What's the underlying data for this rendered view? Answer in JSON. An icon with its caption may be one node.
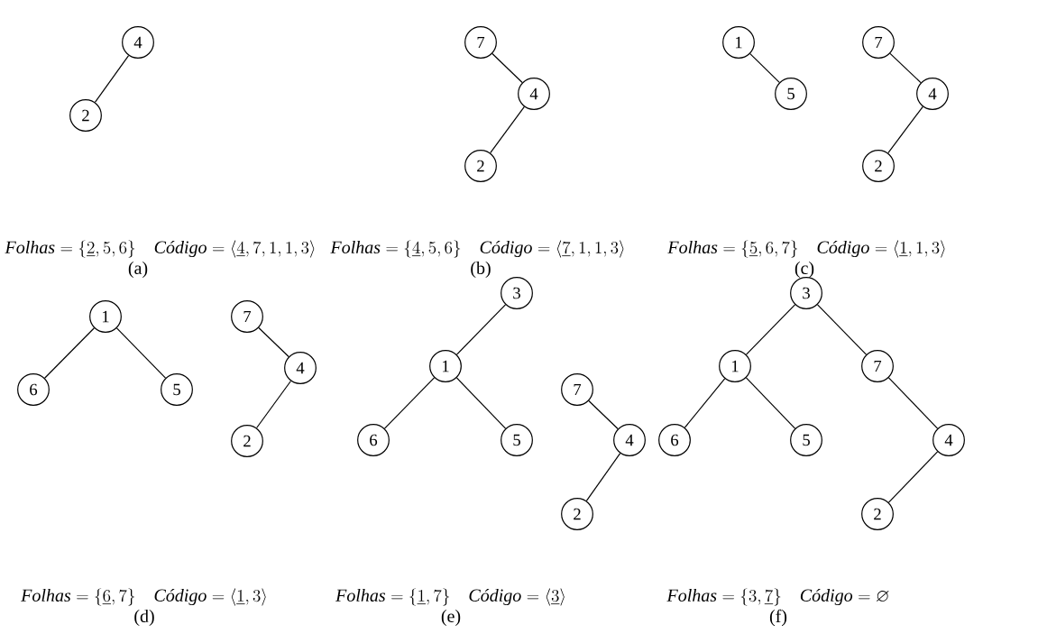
{
  "diagram": {
    "nodes": [
      {
        "text": [
          "4"
        ]
      },
      {
        "text": [
          "2"
        ]
      },
      {
        "text": [
          "7"
        ]
      },
      {
        "text": [
          "4"
        ]
      },
      {
        "text": [
          "2"
        ]
      },
      {
        "text": [
          "1"
        ]
      },
      {
        "text": [
          "5"
        ]
      },
      {
        "text": [
          "7"
        ]
      },
      {
        "text": [
          "4"
        ]
      },
      {
        "text": [
          "2"
        ]
      },
      {
        "text": [
          "1"
        ]
      },
      {
        "text": [
          "6"
        ]
      },
      {
        "text": [
          "5"
        ]
      },
      {
        "text": [
          "7"
        ]
      },
      {
        "text": [
          "4"
        ]
      },
      {
        "text": [
          "2"
        ]
      },
      {
        "text": [
          "3"
        ]
      },
      {
        "text": [
          "1"
        ]
      },
      {
        "text": [
          "6"
        ]
      },
      {
        "text": [
          "5"
        ]
      },
      {
        "text": [
          "7"
        ]
      },
      {
        "text": [
          "4"
        ]
      },
      {
        "text": [
          "2"
        ]
      },
      {
        "text": [
          "3"
        ]
      },
      {
        "text": [
          "1"
        ]
      },
      {
        "text": [
          "7"
        ]
      },
      {
        "text": [
          "6"
        ]
      },
      {
        "text": [
          "5"
        ]
      },
      {
        "text": [
          "4"
        ]
      },
      {
        "text": [
          "2"
        ]
      }
    ],
    "edges": [
      {
        "from": 0,
        "to": 1,
        "arrow": "none"
      },
      {
        "from": 2,
        "to": 3,
        "arrow": "none"
      },
      {
        "from": 3,
        "to": 4,
        "arrow": "none"
      },
      {
        "from": 5,
        "to": 6,
        "arrow": "none"
      },
      {
        "from": 7,
        "to": 8,
        "arrow": "none"
      },
      {
        "from": 8,
        "to": 9,
        "arrow": "none"
      },
      {
        "from": 10,
        "to": 11,
        "arrow": "none"
      },
      {
        "from": 10,
        "to": 12,
        "arrow": "none"
      },
      {
        "from": 13,
        "to": 14,
        "arrow": "none"
      },
      {
        "from": 14,
        "to": 15,
        "arrow": "none"
      },
      {
        "from": 16,
        "to": 17,
        "arrow": "none"
      },
      {
        "from": 17,
        "to": 18,
        "arrow": "none"
      },
      {
        "from": 17,
        "to": 19,
        "arrow": "none"
      },
      {
        "from": 20,
        "to": 21,
        "arrow": "none"
      },
      {
        "from": 21,
        "to": 22,
        "arrow": "none"
      },
      {
        "from": 23,
        "to": 24,
        "arrow": "none"
      },
      {
        "from": 23,
        "to": 25,
        "arrow": "none"
      },
      {
        "from": 24,
        "to": 26,
        "arrow": "none"
      },
      {
        "from": 24,
        "to": 27,
        "arrow": "none"
      },
      {
        "from": 25,
        "to": 28,
        "arrow": "none"
      },
      {
        "from": 28,
        "to": 29,
        "arrow": "none"
      }
    ],
    "labels": [
      "\\textit{Folhas} = \\{\\underline{2},5,6\\}\\quad \\textit{Código} = \\langle \\underline{4},7,1,1,3\\rangle",
      "(a)",
      "\\textit{Folhas} = \\{\\underline{4},5,6\\}\\quad \\textit{Código} = \\langle \\underline{7},1,1,3\\rangle",
      "(b)",
      "\\textit{Folhas} = \\{\\underline{5},6,7\\}\\quad \\textit{Código} = \\langle \\underline{1},1,3\\rangle",
      "(c)",
      "\\textit{Folhas} = \\{\\underline{6},7\\}\\quad \\textit{Código} = \\langle \\underline{1},3\\rangle",
      "(d)",
      "\\textit{Folhas} = \\{\\underline{1},7\\}\\quad \\textit{Código} = \\langle \\underline{3}\\rangle",
      "(e)",
      "\\textit{Folhas} = \\{3,\\underline{7}\\}\\quad \\textit{Código} = \\varnothing",
      "(f)"
    ]
  }
}
